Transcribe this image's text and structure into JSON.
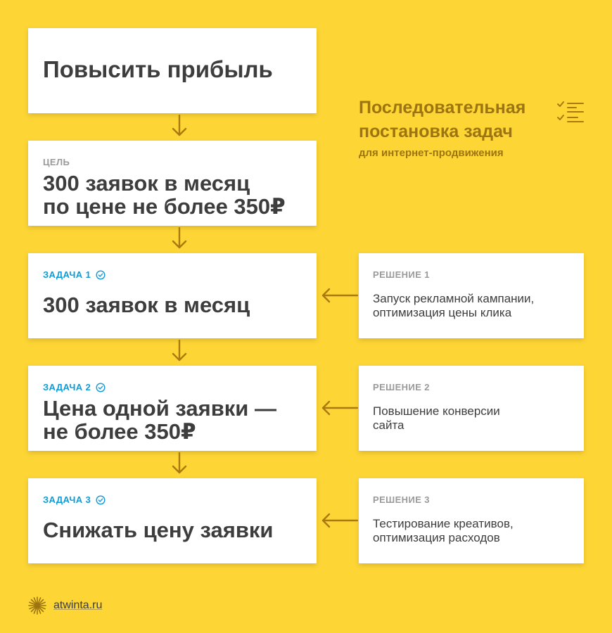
{
  "header": {
    "title_line1": "Последовательная",
    "title_line2": "постановка задач",
    "subtitle": "для интернет-продвижения",
    "icon": "checklist-icon"
  },
  "top": {
    "text": "Повысить прибыль"
  },
  "goal": {
    "label": "ЦЕЛЬ",
    "line1": "300 заявок в месяц",
    "line2": "по цене не более 350₽"
  },
  "tasks": [
    {
      "label": "ЗАДАЧА 1",
      "line1": "300 заявок в месяц",
      "line2": "",
      "icon": "check-circle-icon"
    },
    {
      "label": "ЗАДАЧА 2",
      "line1": "Цена одной заявки —",
      "line2": "не более 350₽",
      "icon": "check-circle-icon"
    },
    {
      "label": "ЗАДАЧА 3",
      "line1": "Снижать цену заявки",
      "line2": "",
      "icon": "check-circle-icon"
    }
  ],
  "solutions": [
    {
      "label": "РЕШЕНИЕ 1",
      "line1": "Запуск рекламной кампании,",
      "line2": "оптимизация цены клика"
    },
    {
      "label": "РЕШЕНИЕ 2",
      "line1": "Повышение конверсии",
      "line2": "сайта"
    },
    {
      "label": "РЕШЕНИЕ 3",
      "line1": "Тестирование креативов,",
      "line2": "оптимизация расходов"
    }
  ],
  "footer": {
    "site": "atwinta.ru",
    "icon": "sun-logo-icon"
  },
  "colors": {
    "background": "#fdd535",
    "accent_blue": "#0f9ad8",
    "arrow": "#a87a10",
    "heading": "#9c7410"
  }
}
